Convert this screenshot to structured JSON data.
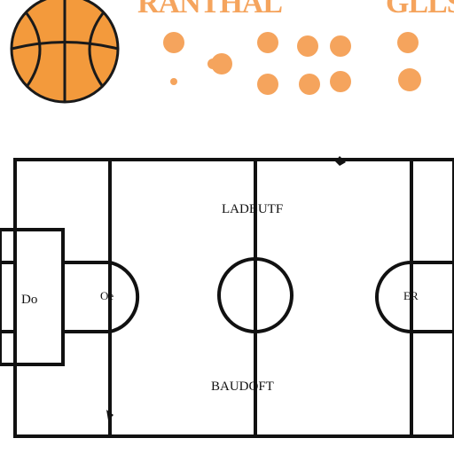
{
  "header": {
    "title_left": "RANTHAL",
    "title_right": "GLLS"
  },
  "court": {
    "label_top": "LADBUTF",
    "label_bottom": "BAUDOFT",
    "left_basket_text": "Do",
    "left_key_text": "Oe",
    "right_key_text": "ER"
  },
  "colors": {
    "accent": "#f5a45d",
    "ball": "#f39a3c",
    "ball_lines": "#1a1a1a",
    "lines": "#111111"
  }
}
